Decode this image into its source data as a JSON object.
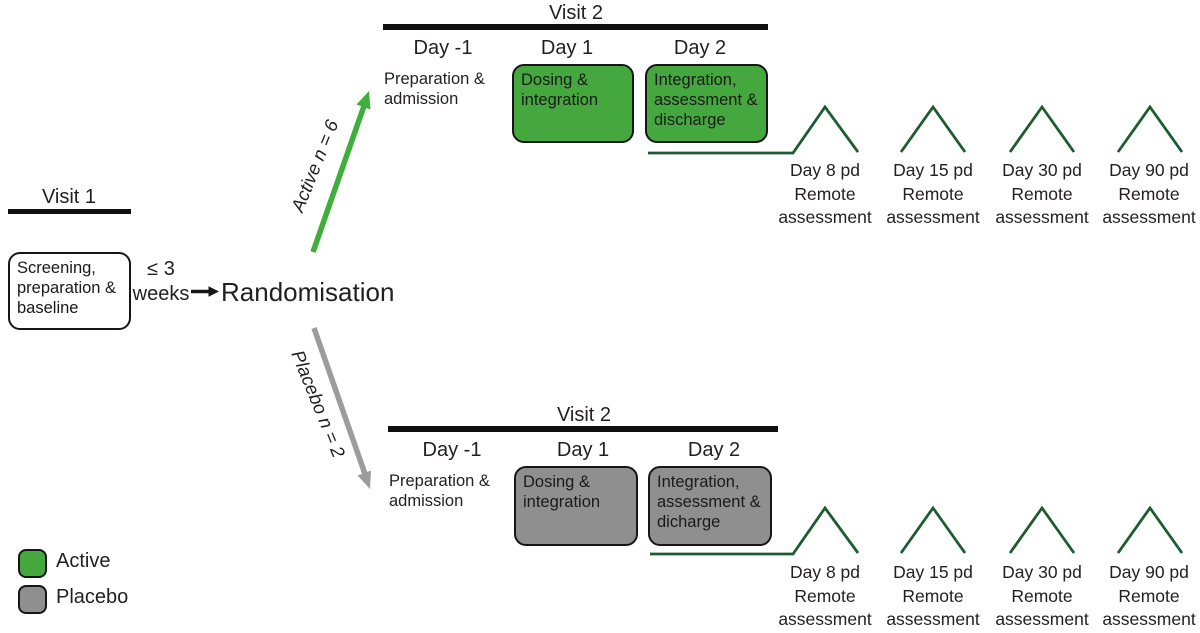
{
  "colors": {
    "active_green": "#44a83e",
    "placebo_gray": "#8f8f8f",
    "followup_line_green": "#1d5c31",
    "active_arrow_green": "#3fae3a",
    "placebo_arrow_gray": "#9c9c9c",
    "bar_black": "#101010"
  },
  "visit1": {
    "title": "Visit 1",
    "box_line1": "Screening,",
    "box_line2": "preparation &",
    "box_line3": "baseline",
    "interval_line1": "≤ 3",
    "interval_line2": "weeks",
    "randomisation_label": "Randomisation"
  },
  "active_branch": {
    "arrow_label": "Active n = 6",
    "visit2_title": "Visit 2",
    "day_labels": [
      "Day -1",
      "Day 1",
      "Day 2"
    ],
    "prep_line1": "Preparation &",
    "prep_line2": "admission",
    "dosing_box_line1": "Dosing &",
    "dosing_box_line2": "integration",
    "integration_box_line1": "Integration,",
    "integration_box_line2": "assessment &",
    "integration_box_line3": "discharge",
    "followups": [
      {
        "day": "Day 8 pd",
        "remote": "Remote",
        "assessment": "assessment"
      },
      {
        "day": "Day 15 pd",
        "remote": "Remote",
        "assessment": "assessment"
      },
      {
        "day": "Day 30 pd",
        "remote": "Remote",
        "assessment": "assessment"
      },
      {
        "day": "Day 90 pd",
        "remote": "Remote",
        "assessment": "assessment"
      }
    ]
  },
  "placebo_branch": {
    "arrow_label": "Placebo n = 2",
    "visit2_title": "Visit 2",
    "day_labels": [
      "Day -1",
      "Day 1",
      "Day 2"
    ],
    "prep_line1": "Preparation &",
    "prep_line2": "admission",
    "dosing_box_line1": "Dosing &",
    "dosing_box_line2": "integration",
    "integration_box_line1": "Integration,",
    "integration_box_line2": "assessment &",
    "integration_box_line3": "dicharge",
    "followups": [
      {
        "day": "Day 8 pd",
        "remote": "Remote",
        "assessment": "assessment"
      },
      {
        "day": "Day 15 pd",
        "remote": "Remote",
        "assessment": "assessment"
      },
      {
        "day": "Day 30 pd",
        "remote": "Remote",
        "assessment": "assessment"
      },
      {
        "day": "Day 90 pd",
        "remote": "Remote",
        "assessment": "assessment"
      }
    ]
  },
  "legend": {
    "active_label": "Active",
    "placebo_label": "Placebo"
  }
}
